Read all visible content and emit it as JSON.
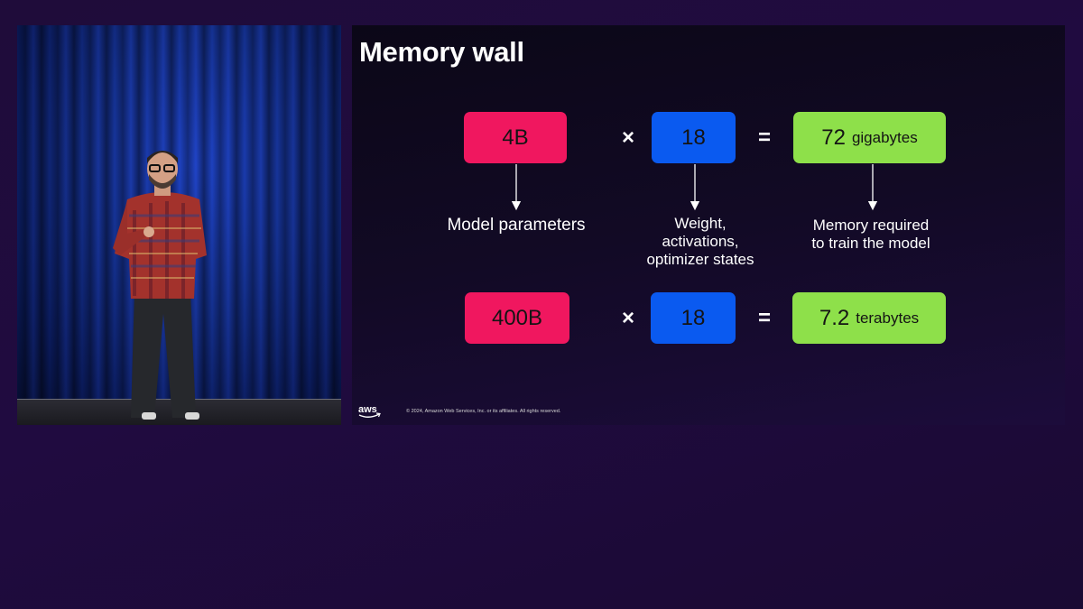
{
  "slide": {
    "title": "Memory wall",
    "row1": {
      "params": "4B",
      "operator": "×",
      "multiplier": "18",
      "equals": "=",
      "result_value": "72",
      "result_unit": "gigabytes"
    },
    "labels": {
      "params": "Model parameters",
      "multiplier_line1": "Weight,",
      "multiplier_line2": "activations,",
      "multiplier_line3": "optimizer states",
      "result_line1": "Memory required",
      "result_line2": "to train the model"
    },
    "row2": {
      "params": "400B",
      "operator": "×",
      "multiplier": "18",
      "equals": "=",
      "result_value": "7.2",
      "result_unit": "terabytes"
    },
    "footer": {
      "logo_text": "aws",
      "copyright": "© 2024, Amazon Web Services, Inc. or its affiliates. All rights reserved."
    },
    "colors": {
      "params_box": "#f0175f",
      "multiplier_box": "#0a5af0",
      "result_box": "#8ee04a"
    }
  }
}
